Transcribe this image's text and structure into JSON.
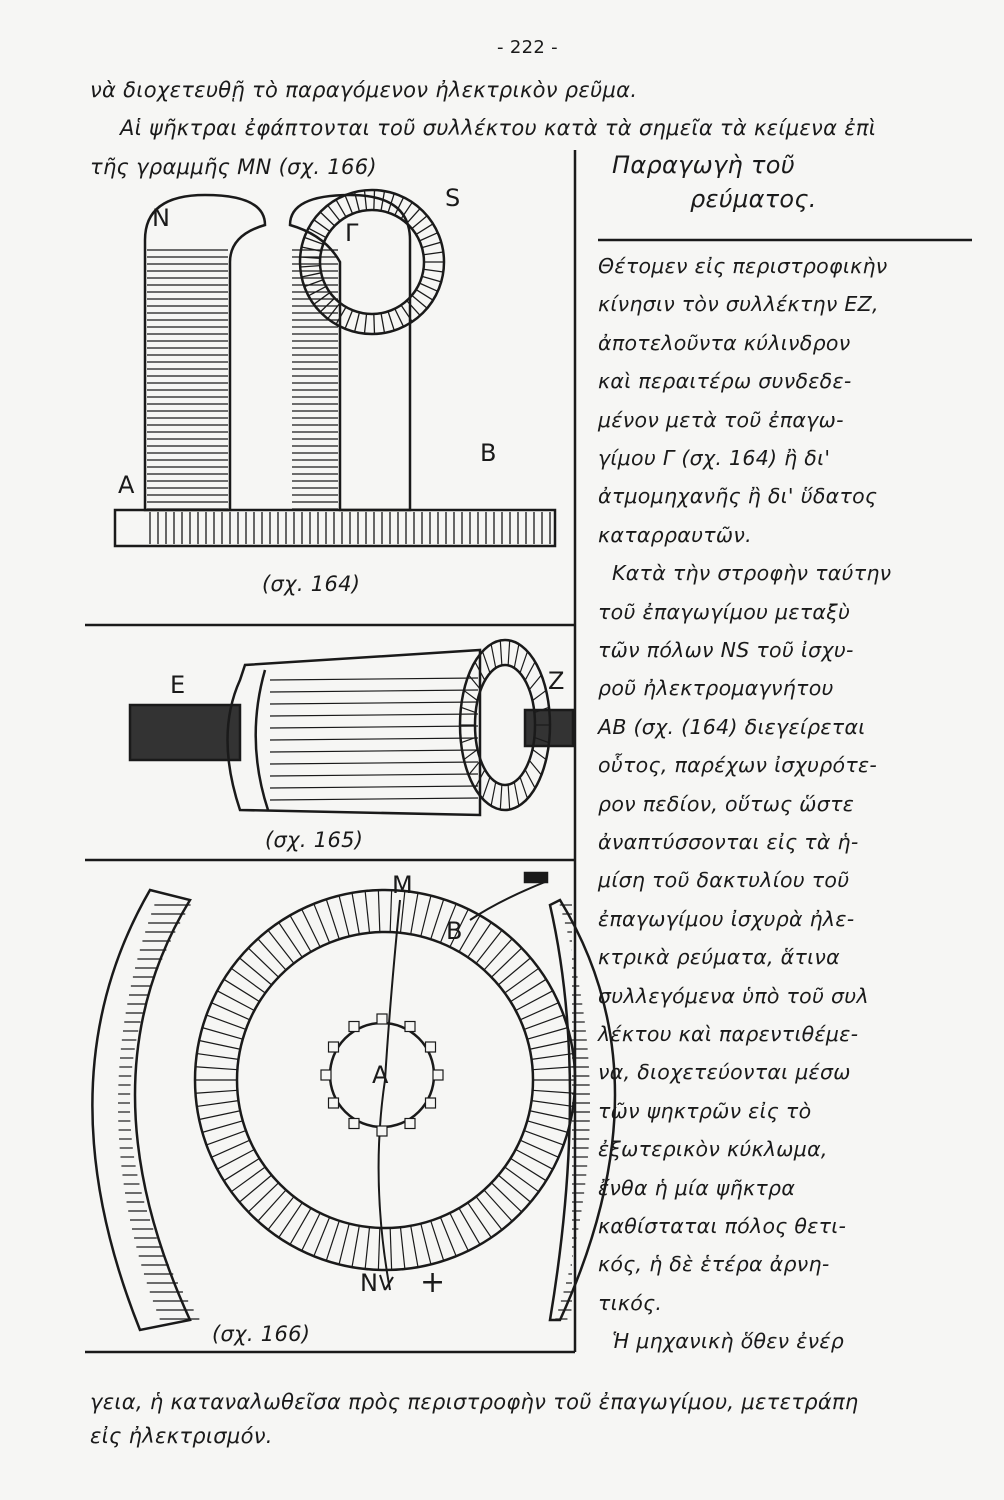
{
  "page_number": "- 222 -",
  "intro_lines": [
    "νὰ διοχετευθῇ τὸ παραγόμενον ἠλεκτρικὸν ρεῦμα.",
    "Αἱ ψῆκτραι ἐφάπτονται τοῦ συλλέκτου κατὰ τὰ σημεῖα τὰ κείμενα ἐπὶ",
    "τῆς γραμμῆς ΜΝ (σχ. 166)"
  ],
  "sidebar": {
    "title_line1": "Παραγωγὴ τοῦ",
    "title_line2": "ρεύματος.",
    "lines": [
      "Θέτομεν εἰς περιστροφικὴν",
      "κίνησιν τὸν συλλέκτην ΕΖ,",
      "ἀποτελοῦντα κύλινδρον",
      "καὶ περαιτέρω συνδεδε-",
      "μένον μετὰ τοῦ ἐπαγω-",
      "γίμου Γ (σχ. 164) ἢ δι'",
      "ἀτμομηχανῆς ἢ δι' ὕδατος",
      "καταρραυτῶν.",
      "Κατὰ τὴν στροφὴν ταύτην",
      "τοῦ ἐπαγωγίμου μεταξὺ",
      "τῶν πόλων ΝS τοῦ ἰσχυ-",
      "ροῦ ἠλεκτρομαγνήτου",
      "ΑΒ (σχ. (164) διεγείρεται",
      "οὗτος, παρέχων ἰσχυρότε-",
      "ρον πεδίον, οὕτως ὥστε",
      "ἀναπτύσσονται εἰς τὰ ἡ-",
      "μίση τοῦ δακτυλίου τοῦ",
      "ἐπαγωγίμου ἰσχυρὰ ἠλε-",
      "κτρικὰ ρεύματα, ἅτινα",
      "συλλεγόμενα ὑπὸ τοῦ συλ",
      "λέκτου καὶ παρεντιθέμε-",
      "να, διοχετεύονται μέσω",
      "τῶν ψηκτρῶν εἰς τὸ",
      "ἐξωτερικὸν κύκλωμα,",
      "ἔνθα ἡ μία ψῆκτρα",
      "καθίσταται πόλος θετι-",
      "κός, ἡ δὲ ἑτέρα ἀρνη-",
      "τικός.",
      "Ἡ μηχανικὴ ὅθεν ἐνέρ"
    ]
  },
  "closing_lines": [
    "γεια, ἡ καταναλωθεῖσα πρὸς περιστροφὴν τοῦ ἐπαγωγίμου, μετετράπη",
    "εἰς ἠλεκτρισμόν."
  ],
  "figures": {
    "fig164": {
      "caption": "(σχ. 164)",
      "labels": {
        "n": "N",
        "s": "S",
        "gamma": "Γ",
        "a": "A",
        "b": "B"
      }
    },
    "fig165": {
      "caption": "(σχ. 165)",
      "labels": {
        "e": "E",
        "z": "Z"
      }
    },
    "fig166": {
      "caption": "(σχ. 166)",
      "labels": {
        "m": "M",
        "b": "B",
        "a": "A",
        "n": "N",
        "plus": "+"
      }
    }
  }
}
